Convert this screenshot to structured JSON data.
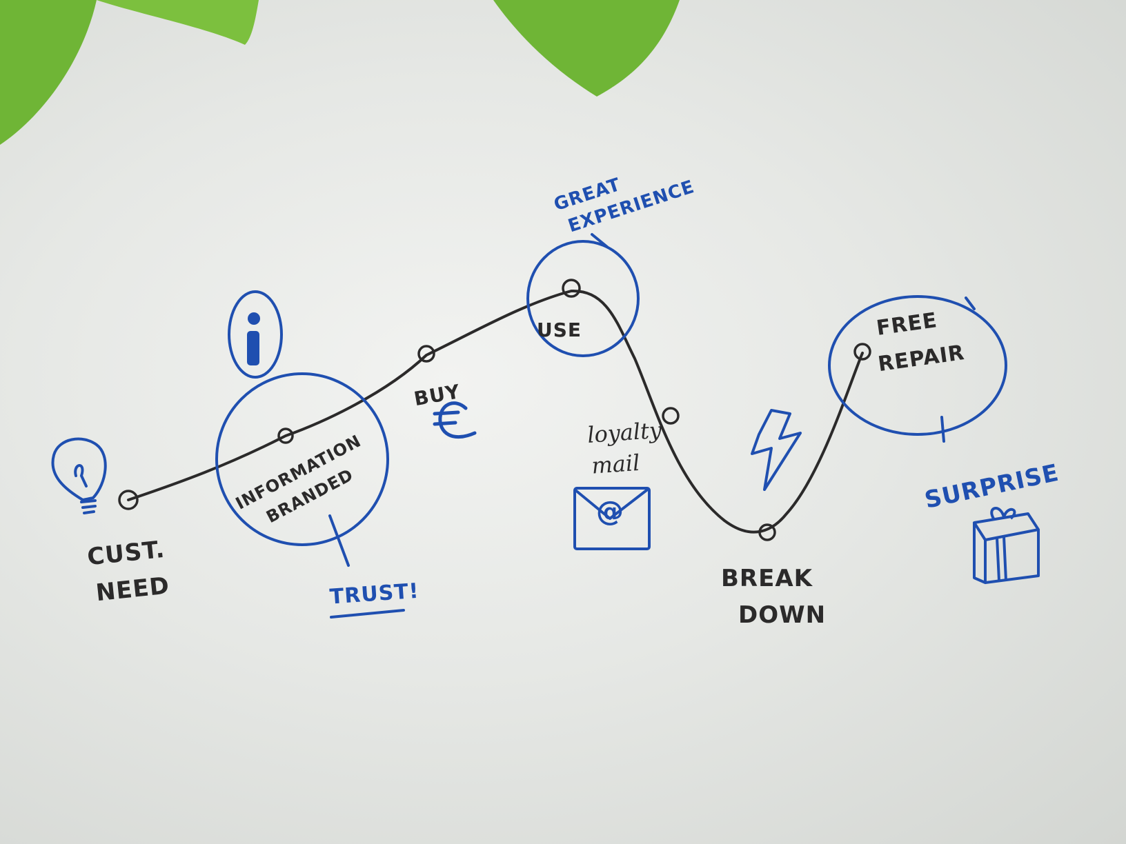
{
  "colors": {
    "black_marker": "#2b2a2a",
    "blue_marker": "#1f4fb0",
    "leaf_green": "#6fb536",
    "board": "#eceeeb"
  },
  "journey": {
    "cust_need": [
      "CUST.",
      "NEED"
    ],
    "information_branded": [
      "INFORMATION",
      "BRANDED"
    ],
    "buy": "BUY",
    "use": "USE",
    "loyalty_mail": [
      "loyalty",
      "mail"
    ],
    "break_down": [
      "BREAK",
      "DOWN"
    ],
    "free_repair": [
      "FREE",
      "REPAIR"
    ]
  },
  "annotations": {
    "trust": "TRUST!",
    "great_experience": [
      "GREAT",
      "EXPERIENCE"
    ],
    "surprise": "SURPRISE",
    "euro_symbol": "€",
    "at_symbol": "@",
    "info_symbol": "i"
  },
  "icons": {
    "cust_need": "lightbulb-icon",
    "information": "info-icon",
    "buy": "euro-icon",
    "loyalty_mail": "envelope-icon",
    "break_down": "lightning-bolt-icon",
    "surprise": "gift-box-icon"
  }
}
